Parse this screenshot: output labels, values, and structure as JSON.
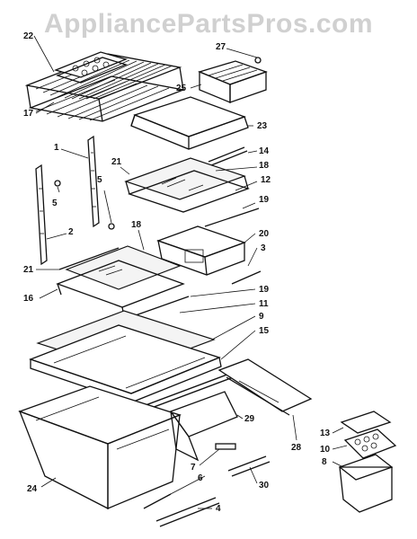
{
  "watermark": "AppliancePartsPros.com",
  "callouts": {
    "c22": "22",
    "c27": "27",
    "c25": "25",
    "c17": "17",
    "c23": "23",
    "c1": "1",
    "c14": "14",
    "c21a": "21",
    "c18a": "18",
    "c12": "12",
    "c5a": "5",
    "c5b": "5",
    "c19a": "19",
    "c2": "2",
    "c20": "20",
    "c18b": "18",
    "c3": "3",
    "c21b": "21",
    "c16": "16",
    "c19b": "19",
    "c11": "11",
    "c9": "9",
    "c15": "15",
    "c29": "29",
    "c28": "28",
    "c13": "13",
    "c10": "10",
    "c8": "8",
    "c7": "7",
    "c6": "6",
    "c24": "24",
    "c30": "30",
    "c4": "4"
  }
}
